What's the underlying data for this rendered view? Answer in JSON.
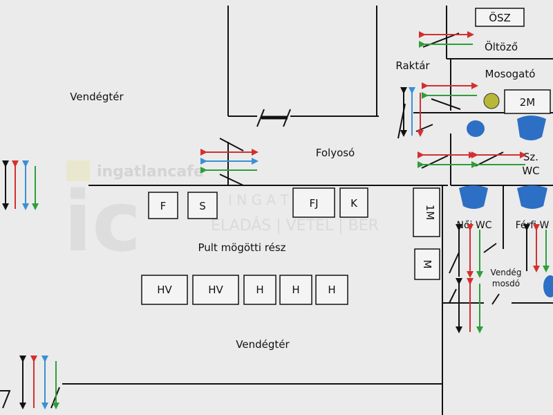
{
  "rooms": {
    "guest_area_top": "Vendégtér",
    "guest_area_bottom": "Vendégtér",
    "corridor": "Folyosó",
    "behind_counter": "Pult mögötti rész",
    "storage": "Raktár",
    "dishwashing": "Mosogató",
    "changing_room": "Öltöző",
    "staff_wc": "Sz.\nWC",
    "womens_wc": "Női WC",
    "mens_wc": "Férfi W",
    "guest_washroom": "Vendég\nmosdó"
  },
  "equipment_boxes": {
    "f": "F",
    "s": "S",
    "fj": "FJ",
    "k": "K",
    "one_m": "1M",
    "m": "M",
    "hv1": "HV",
    "hv2": "HV",
    "h1": "H",
    "h2": "H",
    "h3": "H",
    "osz": "ÖSZ",
    "two_m": "2M"
  },
  "watermark": {
    "brand_small": "ingatlancafe",
    "brand_big": "ic",
    "tagline": "ELADÁS | VÉTEL | BÉR",
    "spaced": "I N G A T L A"
  },
  "colors": {
    "arrow_red": "#d32f2f",
    "arrow_green": "#2e9e3a",
    "arrow_blue": "#3b8fd6",
    "arrow_black": "#111111",
    "fixture_blue": "#2d6fc4",
    "fixture_yellow": "#b8b838"
  }
}
